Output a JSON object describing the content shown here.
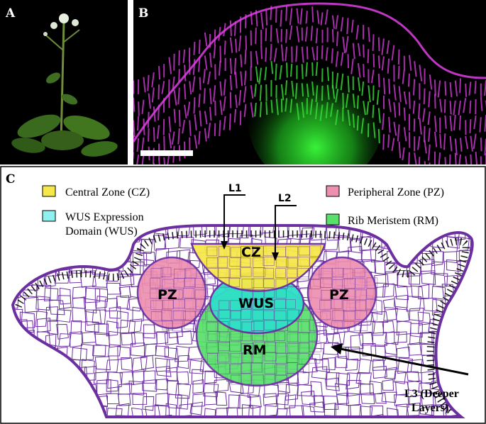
{
  "panels": {
    "a": "A",
    "b": "B",
    "c": "C"
  },
  "legend": {
    "cz": {
      "label": "Central Zone (CZ)",
      "color": "#f7e84a"
    },
    "wus_line1": "WUS Expression",
    "wus_line2": "Domain (WUS)",
    "wus_color": "#8ff0f0",
    "pz": {
      "label": "Peripheral Zone (PZ)",
      "color": "#ee8fb0"
    },
    "rm": {
      "label": "Rib Meristem (RM)",
      "color": "#58e06a"
    }
  },
  "zones": {
    "cz": "CZ",
    "wus": "WUS",
    "pz_left": "PZ",
    "pz_right": "PZ",
    "rm": "RM"
  },
  "layers": {
    "l1": "L1",
    "l2": "L2",
    "l3_line1": "L3 (Deeper",
    "l3_line2": "Layers)"
  },
  "colors": {
    "outline": "#6b2fa0",
    "cell_walls": "#6b2fa0",
    "cz_fill": "#f7e84a",
    "wus_fill": "#2fe0c8",
    "pz_fill": "#ee8fb0",
    "rm_fill": "#58e06a",
    "micro_magenta": "#d23ad8",
    "micro_green": "#2be02b"
  }
}
